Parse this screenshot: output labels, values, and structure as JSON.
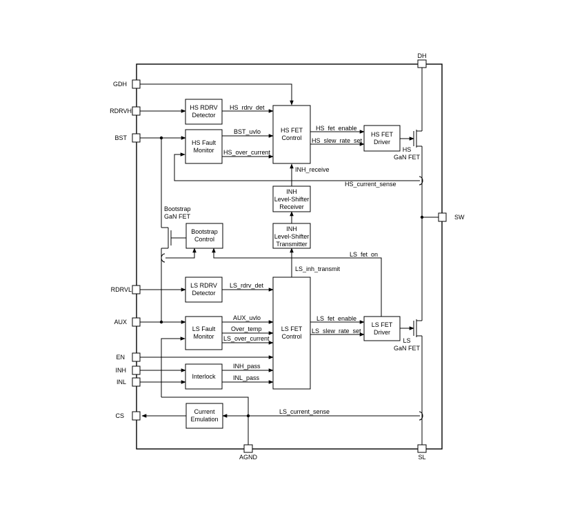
{
  "pins": {
    "dh": "DH",
    "gdh": "GDH",
    "rdrvh": "RDRVH",
    "bst": "BST",
    "sw": "SW",
    "rdrvl": "RDRVL",
    "aux": "AUX",
    "en": "EN",
    "inh": "INH",
    "inl": "INL",
    "cs": "CS",
    "agnd": "AGND",
    "sl": "SL"
  },
  "blocks": {
    "hs_rdrv": [
      "HS RDRV",
      "Detector"
    ],
    "hs_fault": [
      "HS Fault",
      "Monitor"
    ],
    "hs_fet_control": [
      "HS FET",
      "Control"
    ],
    "hs_fet_driver": [
      "HS FET",
      "Driver"
    ],
    "inh_receiver": [
      "INH",
      "Level-Shifter",
      "Receiver"
    ],
    "inh_transmitter": [
      "INH",
      "Level-Shifter",
      "Transmitter"
    ],
    "bootstrap_control": [
      "Bootstrap",
      "Control"
    ],
    "ls_rdrv": [
      "LS RDRV",
      "Detector"
    ],
    "ls_fault": [
      "LS Fault",
      "Monitor"
    ],
    "ls_fet_control": [
      "LS FET",
      "Control"
    ],
    "ls_fet_driver": [
      "LS FET",
      "Driver"
    ],
    "interlock": [
      "Interlock"
    ],
    "current_emulation": [
      "Current",
      "Emulation"
    ]
  },
  "signals": {
    "hs_rdrv_det": "HS_rdrv_det",
    "bst_uvlo": "BST_uvlo",
    "hs_over_current": "HS_over_current",
    "hs_fet_enable": "HS_fet_enable",
    "hs_slew_rate_set": "HS_slew_rate_set",
    "inh_receive": "INH_receive",
    "hs_current_sense": "HS_current_sense",
    "ls_fet_on": "LS_fet_on",
    "ls_inh_transmit": "LS_inh_transmit",
    "ls_rdrv_det": "LS_rdrv_det",
    "aux_uvlo": "AUX_uvlo",
    "over_temp": "Over_temp",
    "ls_over_current": "LS_over_current",
    "ls_fet_enable": "LS_fet_enable",
    "ls_slew_rate_set": "LS_slew_rate_set",
    "inh_pass": "INH_pass",
    "inl_pass": "INL_pass",
    "ls_current_sense": "LS_current_sense"
  },
  "devices": {
    "bootstrap_fet": [
      "Bootstrap",
      "GaN FET"
    ],
    "hs_gan_fet": [
      "HS",
      "GaN FET"
    ],
    "ls_gan_fet": [
      "LS",
      "GaN FET"
    ]
  }
}
